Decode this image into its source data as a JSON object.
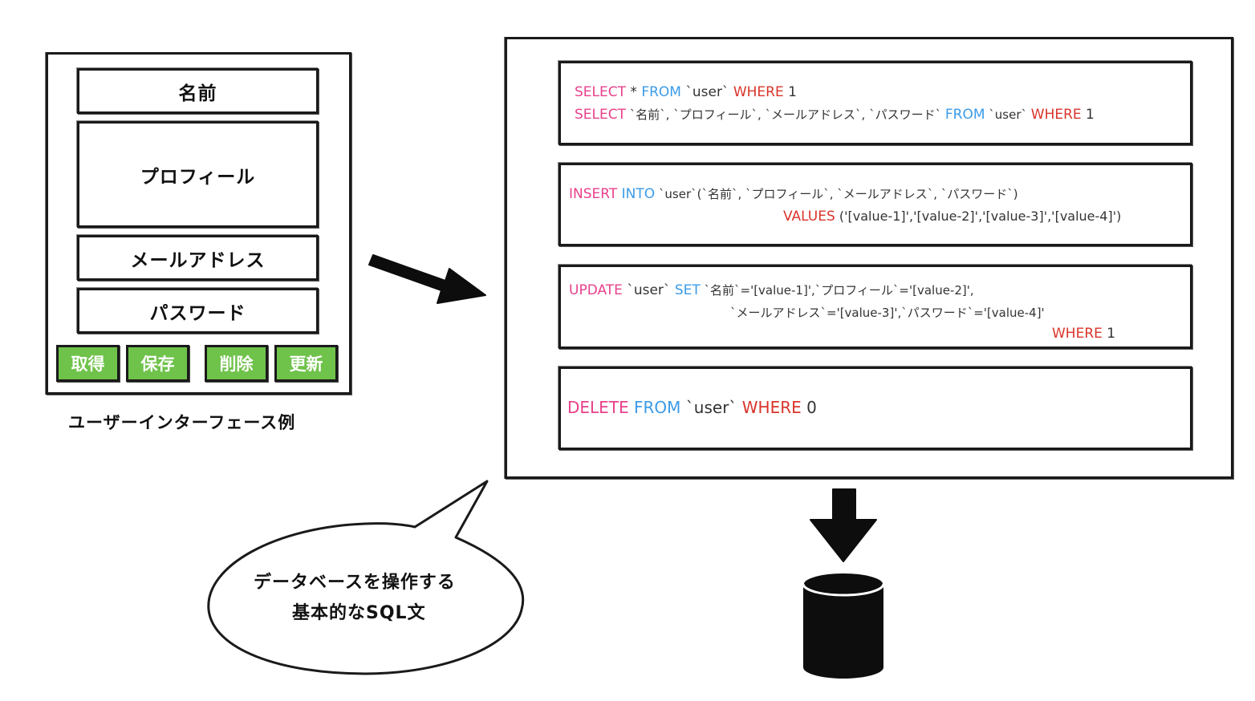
{
  "ui_example": {
    "fields": {
      "name": "名前",
      "profile": "プロフィール",
      "email": "メールアドレス",
      "password": "パスワード"
    },
    "buttons": {
      "get": "取得",
      "save": "保存",
      "delete": "削除",
      "update": "更新"
    },
    "caption": "ユーザーインターフェース例"
  },
  "sql": {
    "select": {
      "line1": {
        "kw1": "SELECT",
        "t1": " * ",
        "kw2": "FROM",
        "t2": " `user` ",
        "kw3": "WHERE",
        "t3": " 1"
      },
      "line2": {
        "kw1": "SELECT",
        "t1": " `名前`, `プロフィール`, `メールアドレス`, `パスワード` ",
        "kw2": "FROM",
        "t2": " `user` ",
        "kw3": "WHERE",
        "t3": " 1"
      }
    },
    "insert": {
      "line1": {
        "kw1": "INSERT",
        "t1": " ",
        "kw2": "INTO",
        "t2": " `user`(`名前`, `プロフィール`, `メールアドレス`, `パスワード`)"
      },
      "line2": {
        "kw1": "VALUES",
        "t1": " ('[value-1]','[value-2]','[value-3]','[value-4]')"
      }
    },
    "update": {
      "line1": {
        "kw1": "UPDATE",
        "t1": " `user` ",
        "kw2": "SET",
        "t2": " `名前`='[value-1]',`プロフィール`='[value-2]',"
      },
      "line2": {
        "t1": "`メールアドレス`='[value-3]',`パスワード`='[value-4]'"
      },
      "line3": {
        "kw1": "WHERE",
        "t1": " 1"
      }
    },
    "delete": {
      "line1": {
        "kw1": "DELETE",
        "t1": " ",
        "kw2": "FROM",
        "t2": " `user` ",
        "kw3": "WHERE",
        "t3": " 0"
      }
    }
  },
  "speech_bubble": {
    "line1": "データベースを操作する",
    "line2": "基本的なSQL文"
  },
  "colors": {
    "keyword_pink": "#e8418c",
    "keyword_blue": "#3b9be8",
    "keyword_red": "#d9342b",
    "button_green": "#6fc24a"
  },
  "icons": {
    "arrow_right": "arrow-right-icon",
    "arrow_down": "arrow-down-icon",
    "database": "database-cylinder-icon"
  }
}
